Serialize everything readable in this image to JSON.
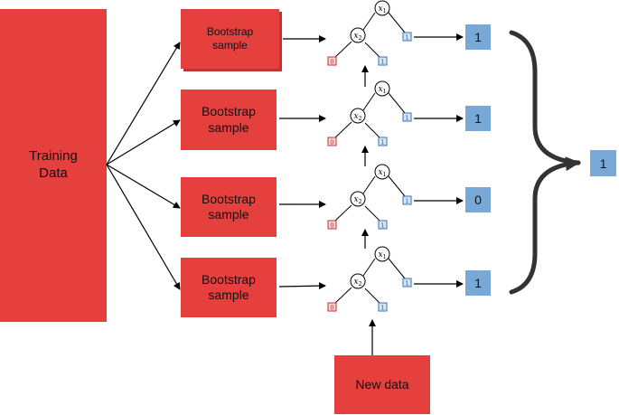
{
  "training": {
    "label": "Training\nData"
  },
  "new_data": {
    "label": "New data"
  },
  "samples": [
    {
      "label": "Bootstrap\nsample"
    },
    {
      "label": "Bootstrap\nsample"
    },
    {
      "label": "Bootstrap\nsample"
    },
    {
      "label": "Bootstrap\nsample"
    }
  ],
  "tree": {
    "root": "x",
    "root_sub": "1",
    "child": "x",
    "child_sub": "2",
    "leaf_left": "0",
    "leaf_right": "1",
    "leaf_right_top": "1"
  },
  "predictions": [
    "1",
    "1",
    "0",
    "1"
  ],
  "final": "1",
  "colors": {
    "red": "#e53f3e",
    "blue": "#77a8d6"
  }
}
